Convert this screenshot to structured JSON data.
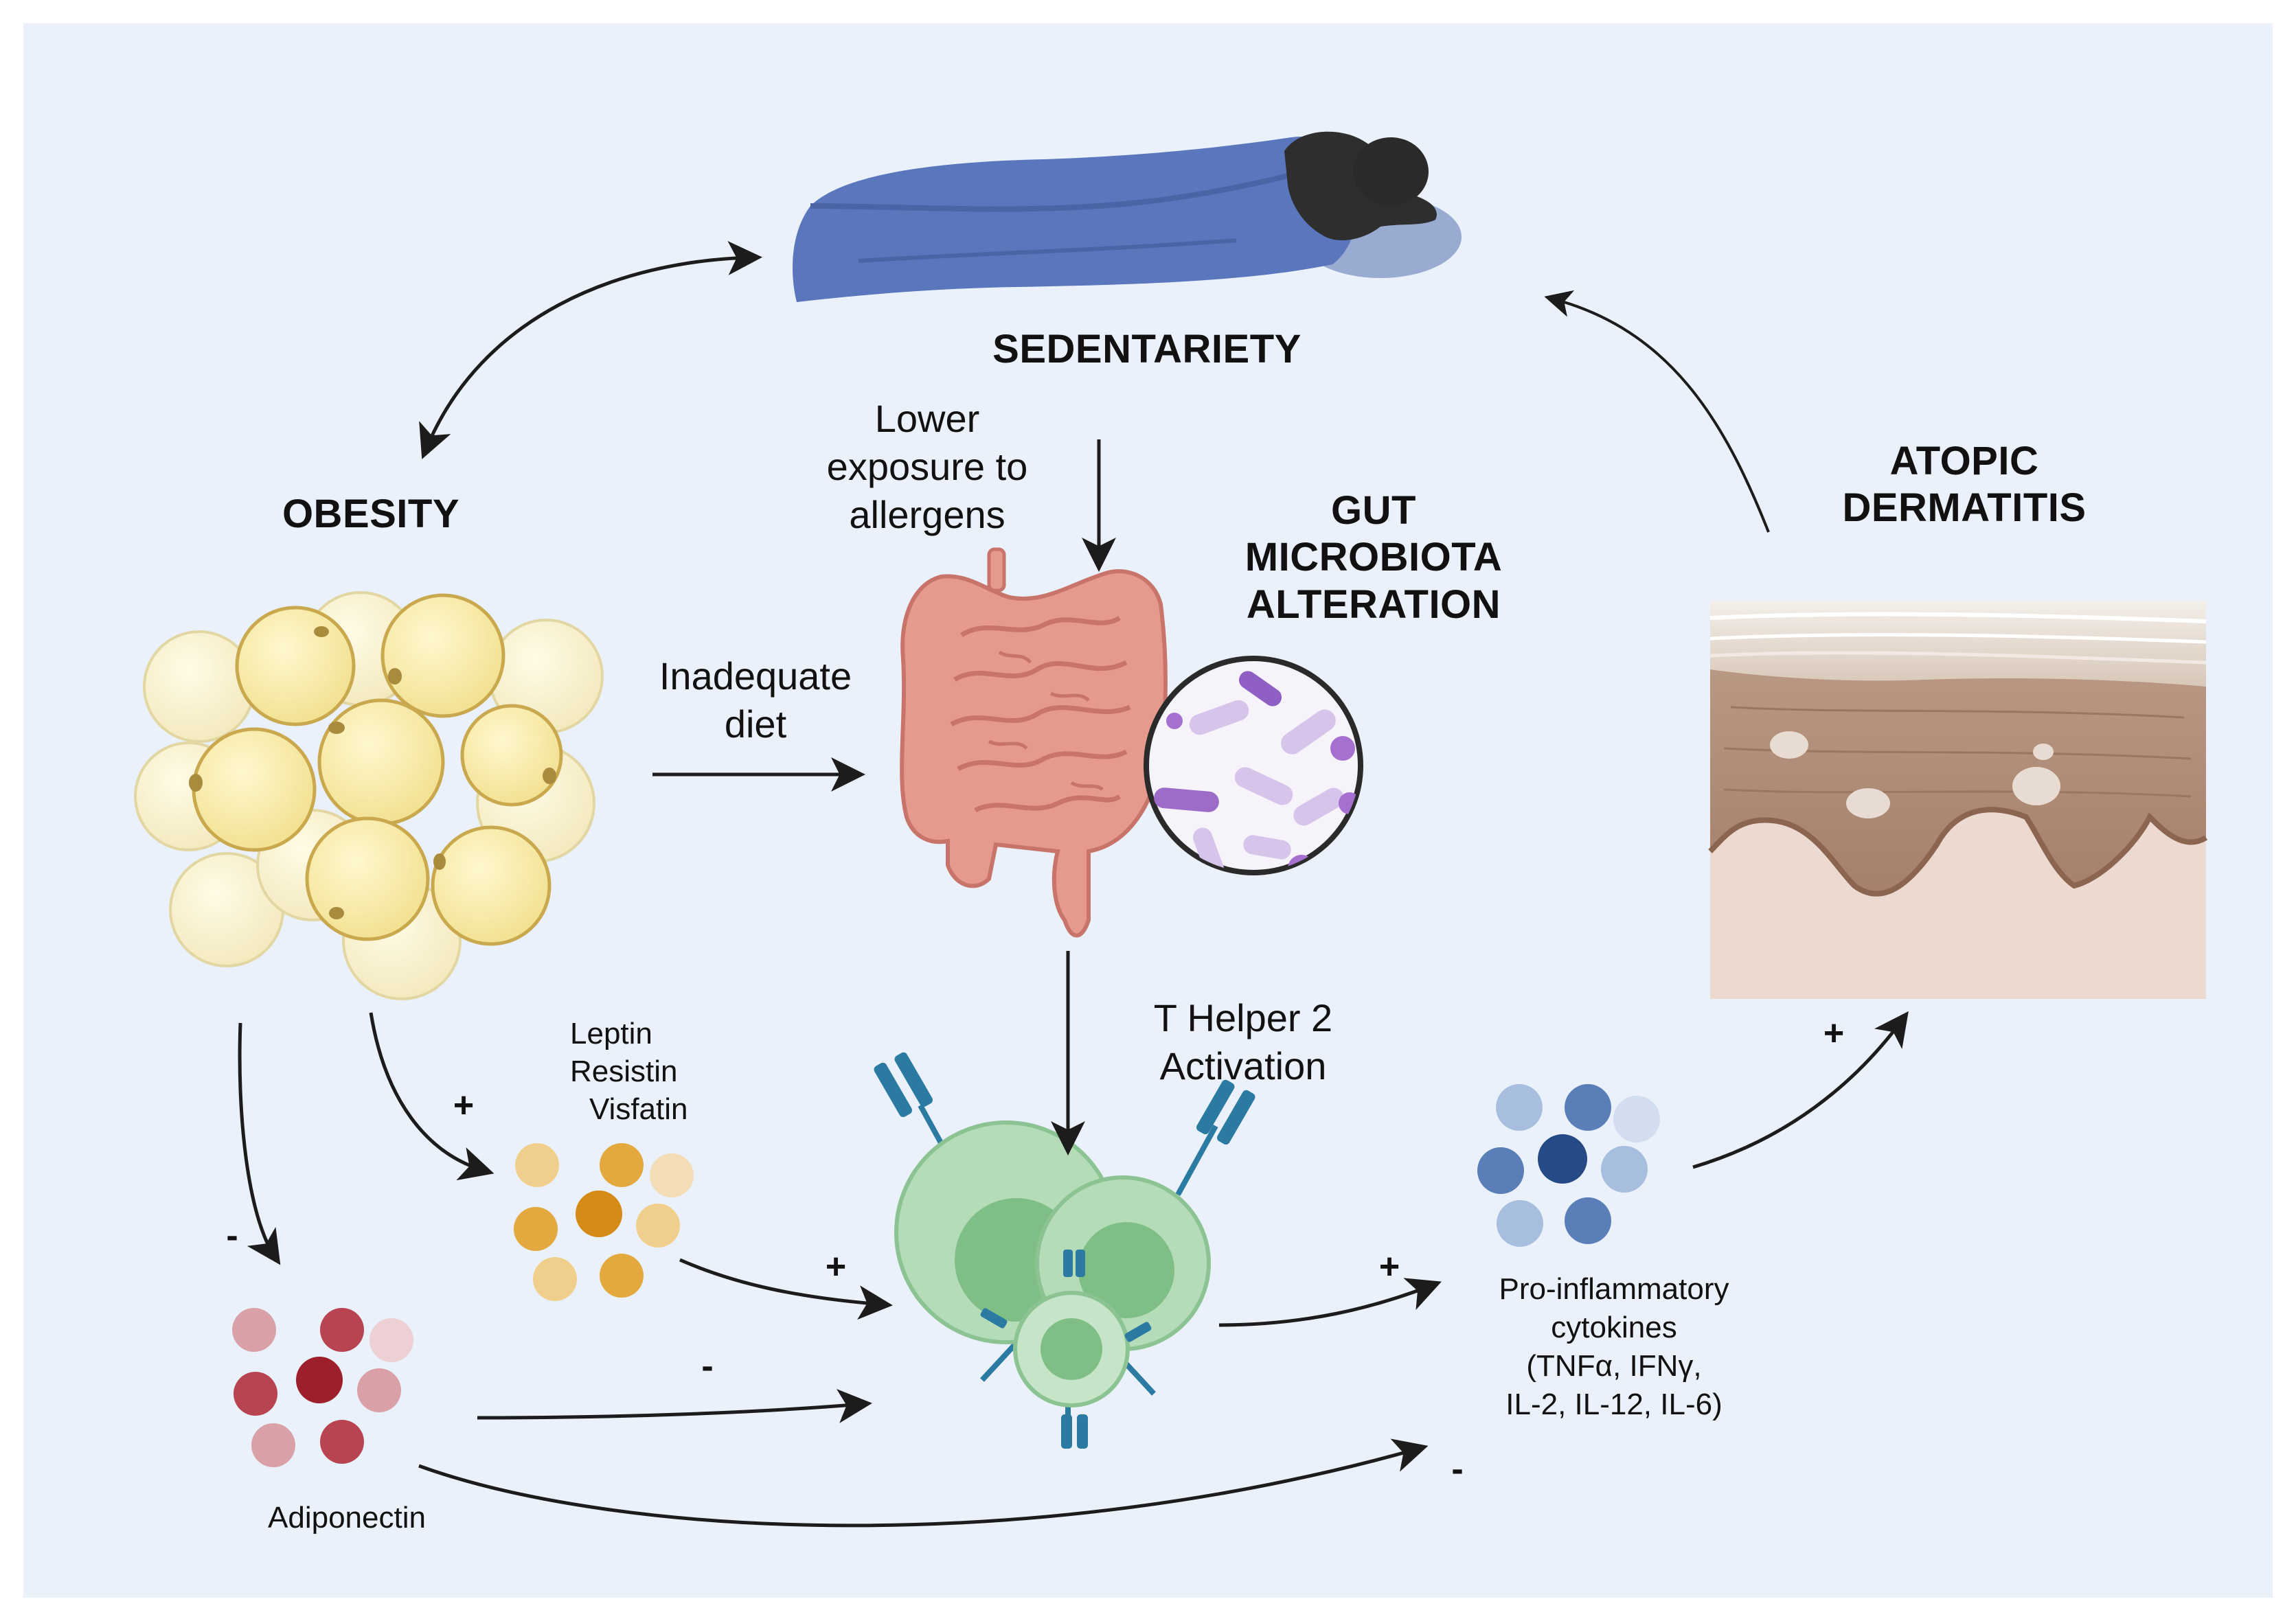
{
  "labels": {
    "sedentariety": "SEDENTARIETY",
    "obesity": "OBESITY",
    "gut_line1": "GUT",
    "gut_line2": "MICROBIOTA",
    "gut_line3": "ALTERATION",
    "atopic_line1": "ATOPIC",
    "atopic_line2": "DERMATITIS",
    "lower_line1": "Lower",
    "lower_line2": "exposure to",
    "lower_line3": "allergens",
    "diet_line1": "Inadequate",
    "diet_line2": "diet",
    "th2_line1": "T Helper 2",
    "th2_line2": "Activation",
    "leptin": "Leptin",
    "resistin": "Resistin",
    "visfatin": "Visfatin",
    "adiponectin": "Adiponectin",
    "cyto_line1": "Pro-inflammatory",
    "cyto_line2": "cytokines",
    "cyto_line3": "(TNFα, IFNγ,",
    "cyto_line4": "IL-2, IL-12, IL-6)"
  },
  "signs": {
    "obesity_to_adipokines": "+",
    "obesity_to_adiponectin": "-",
    "adipokines_to_th2": "+",
    "adiponectin_to_th2": "-",
    "th2_to_cytokines": "+",
    "adiponectin_to_cytokines": "-",
    "cytokines_to_dermatitis": "+"
  },
  "colors": {
    "background": "#eaf1fa",
    "fat_cell": "#f8eaa6",
    "adipokine": "#e3a93e",
    "adiponectin": "#b84452",
    "th2_cell": "#93ca9b",
    "cytokine": "#6b8dbf",
    "blanket": "#5a77bd",
    "intestine": "#e59a8d"
  },
  "icons": {
    "person": "sleeping-person-icon",
    "fat": "fat-cells-icon",
    "gut": "intestine-icon",
    "bacteria": "bacteria-magnifier-icon",
    "skin": "skin-cross-section-icon",
    "t_cells": "t-cell-cluster-icon"
  }
}
